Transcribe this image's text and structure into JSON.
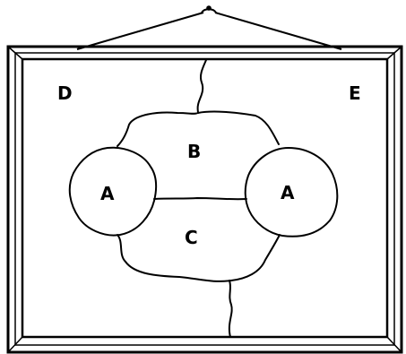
{
  "map": {
    "labels": {
      "d": "D",
      "e": "E",
      "b": "B",
      "c": "C",
      "a_left": "A",
      "a_right": "A"
    }
  },
  "colors": {
    "ink": "#000000",
    "background": "#ffffff"
  }
}
